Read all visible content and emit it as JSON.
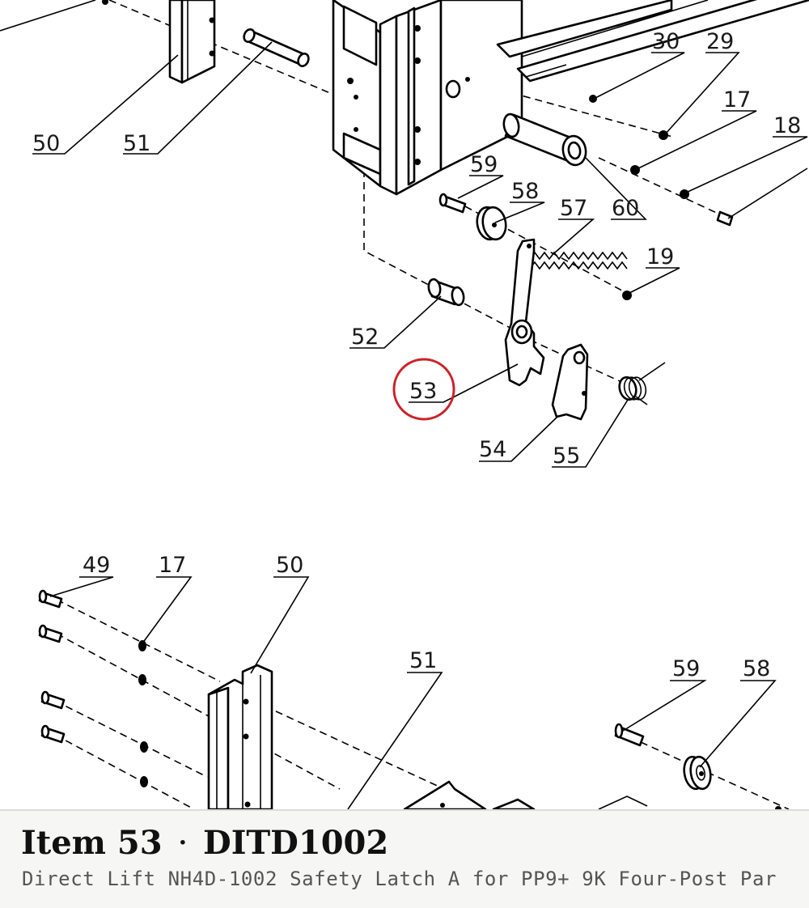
{
  "diagram": {
    "callouts": [
      {
        "id": "top-50",
        "text": "50"
      },
      {
        "id": "top-51",
        "text": "51"
      },
      {
        "id": "top-30",
        "text": "30"
      },
      {
        "id": "top-29",
        "text": "29"
      },
      {
        "id": "top-17",
        "text": "17"
      },
      {
        "id": "top-18",
        "text": "18"
      },
      {
        "id": "top-59",
        "text": "59"
      },
      {
        "id": "top-58",
        "text": "58"
      },
      {
        "id": "top-57",
        "text": "57"
      },
      {
        "id": "top-60",
        "text": "60"
      },
      {
        "id": "top-19",
        "text": "19"
      },
      {
        "id": "top-52",
        "text": "52"
      },
      {
        "id": "top-53",
        "text": "53"
      },
      {
        "id": "top-54",
        "text": "54"
      },
      {
        "id": "top-55",
        "text": "55"
      },
      {
        "id": "bot-49",
        "text": "49"
      },
      {
        "id": "bot-17",
        "text": "17"
      },
      {
        "id": "bot-50",
        "text": "50"
      },
      {
        "id": "bot-51",
        "text": "51"
      },
      {
        "id": "bot-59",
        "text": "59"
      },
      {
        "id": "bot-58",
        "text": "58"
      }
    ],
    "highlight_color": "#cc2229"
  },
  "caption": {
    "item_label": "Item 53",
    "separator": "·",
    "part_number": "DITD1002",
    "description": "Direct Lift NH4D-1002 Safety Latch A for PP9+ 9K Four-Post Par"
  }
}
